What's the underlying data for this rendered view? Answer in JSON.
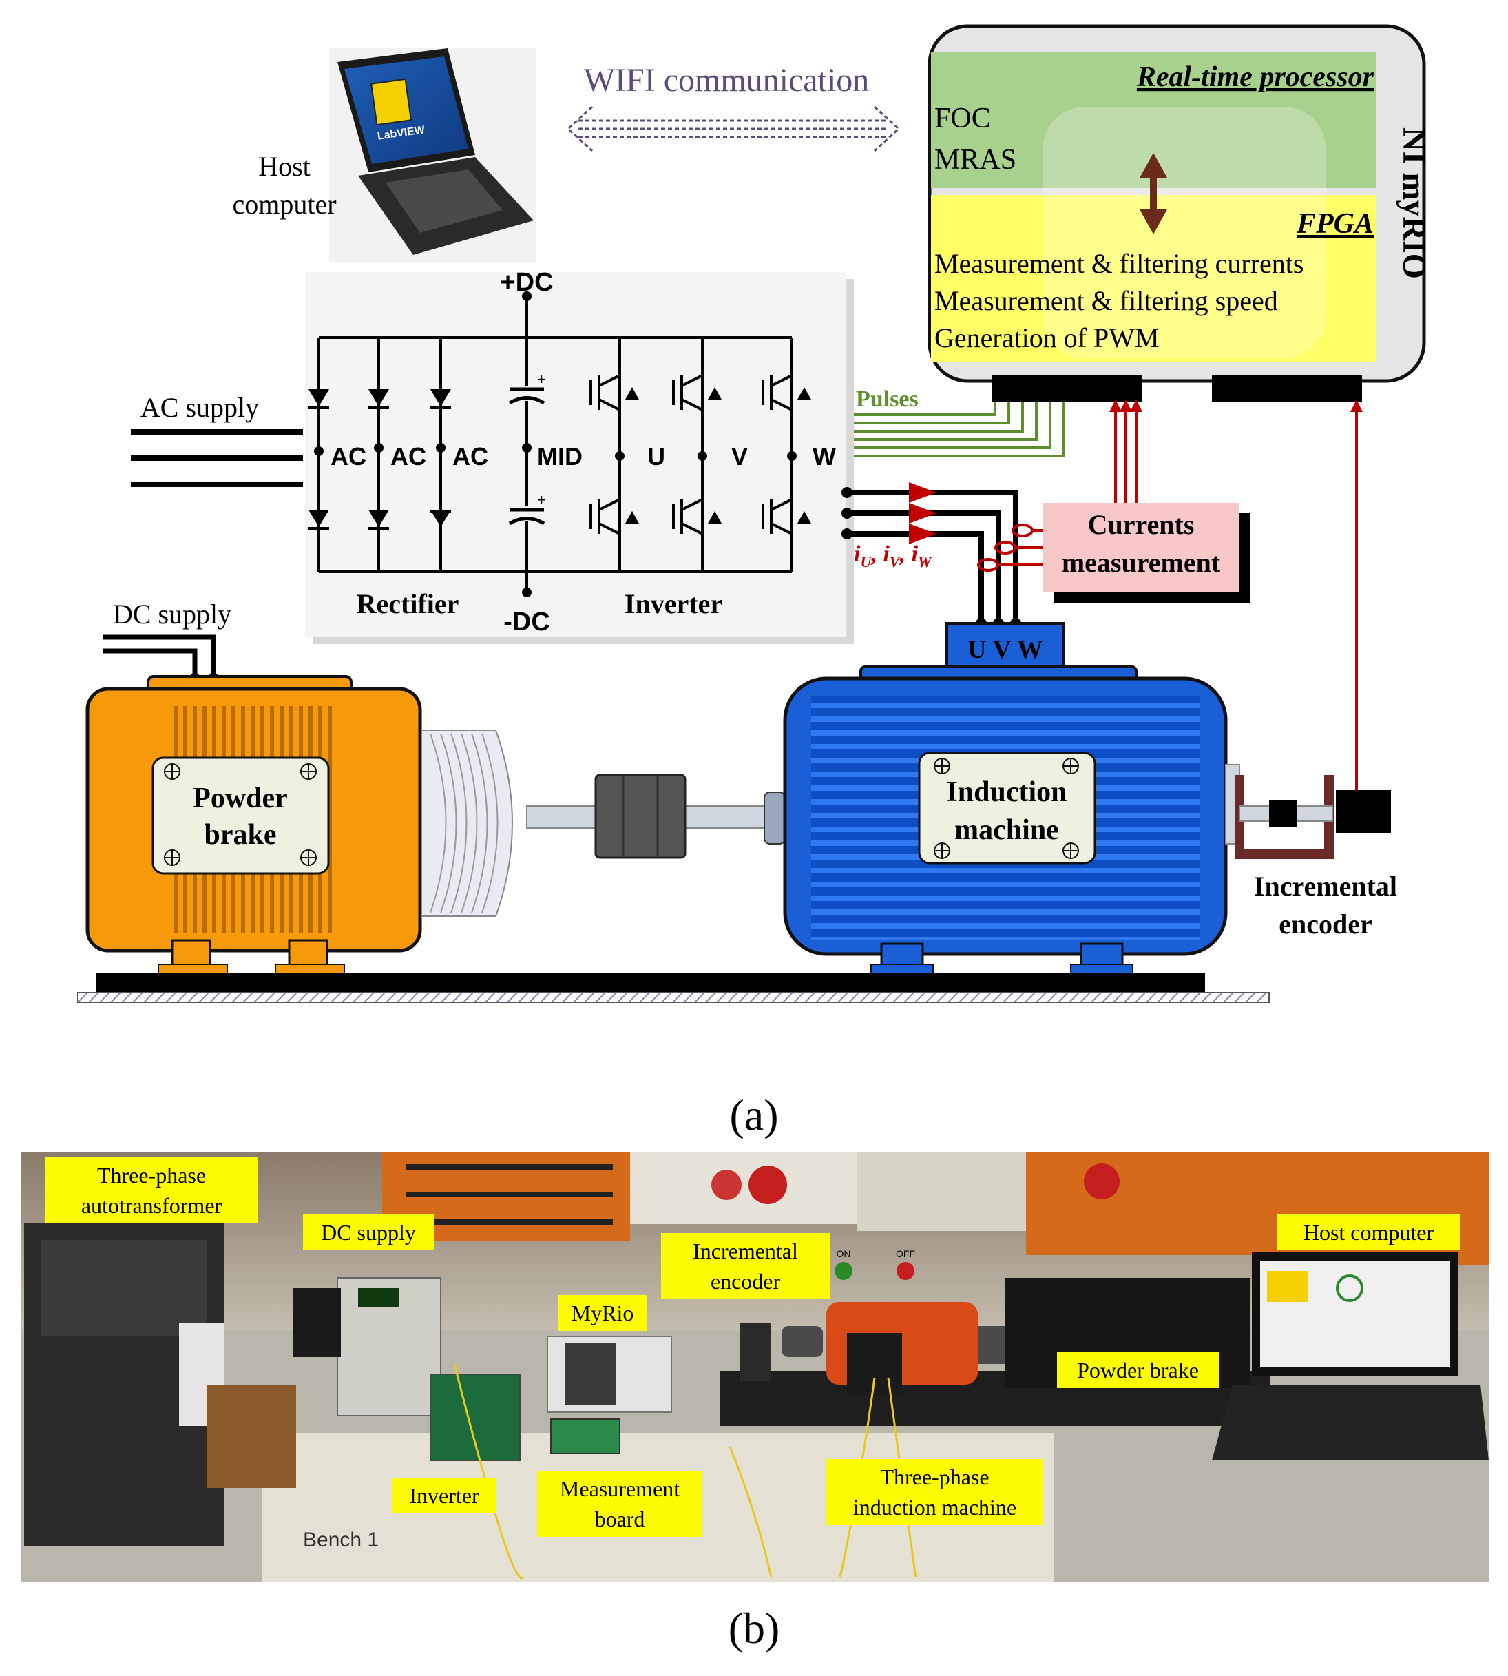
{
  "diagram": {
    "wifi_label": "WIFI communication",
    "host_label": [
      "Host",
      "computer"
    ],
    "laptop_screen_text": "LabVIEW",
    "myrio": {
      "title": "NI myRIO",
      "rt_header": "Real-time processor",
      "rt_items": [
        "FOC",
        "MRAS"
      ],
      "fpga_header": "FPGA",
      "fpga_items": [
        "Measurement & filtering currents",
        "Measurement & filtering speed",
        "Generation of PWM"
      ]
    },
    "converter": {
      "plus_dc": "+DC",
      "minus_dc": "-DC",
      "ac_labels": [
        "AC",
        "AC",
        "AC"
      ],
      "mid_label": "MID",
      "phase_labels": [
        "U",
        "V",
        "W"
      ],
      "rectifier": "Rectifier",
      "inverter": "Inverter"
    },
    "ac_supply": "AC supply",
    "dc_supply": "DC supply",
    "pulses": "Pulses",
    "currents_box": [
      "Currents",
      "measurement"
    ],
    "current_symbols": [
      "i",
      "U",
      ", i",
      "V",
      ", i",
      "W"
    ],
    "motor_terminals": "U V W",
    "powder_brake": [
      "Powder",
      "brake"
    ],
    "induction_machine": [
      "Induction",
      "machine"
    ],
    "encoder": [
      "Incremental",
      "encoder"
    ],
    "caption_a": "(a)"
  },
  "photo": {
    "labels": {
      "autotransformer": [
        "Three-phase",
        "autotransformer"
      ],
      "dc_supply": "DC supply",
      "incremental_encoder": [
        "Incremental",
        "encoder"
      ],
      "myrio": "MyRio",
      "host_computer": "Host computer",
      "powder_brake": "Powder brake",
      "inverter": "Inverter",
      "measurement_board": [
        "Measurement",
        "board"
      ],
      "induction_machine": [
        "Three-phase",
        "induction machine"
      ]
    },
    "bench_text": "Bench 1",
    "switch_on": "ON",
    "switch_off": "OFF",
    "caption_b": "(b)"
  },
  "colors": {
    "myrio_green": "#a9d18e",
    "myrio_yellow": "#ffff66",
    "brake_orange": "#f79a0a",
    "motor_blue": "#1a5fd6",
    "pulses_green": "#5e8f2e",
    "current_red": "#c00000",
    "currents_box": "#f8c8c8",
    "wifi_purple": "#5b4a7a",
    "label_yellow": "#fdfb00"
  }
}
